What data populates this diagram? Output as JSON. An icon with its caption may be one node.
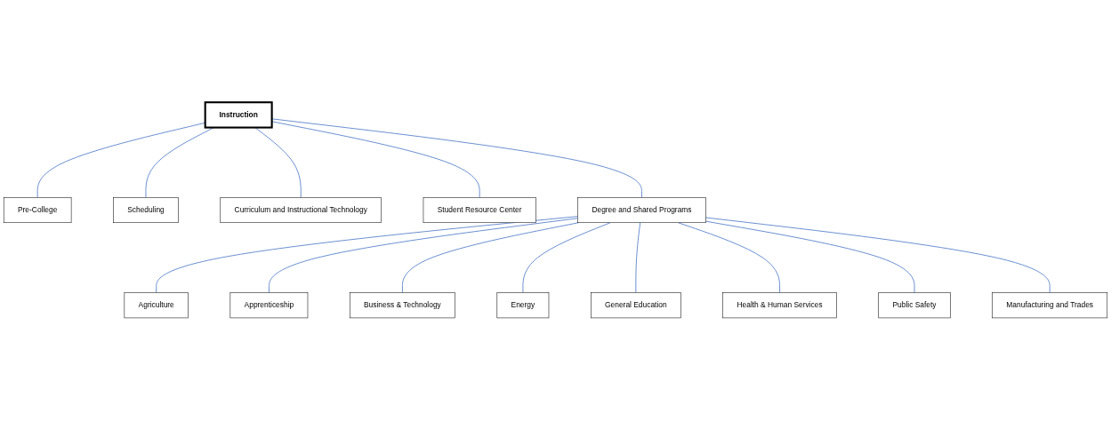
{
  "diagram": {
    "nodes": [
      {
        "text": [
          "Instruction"
        ]
      },
      {
        "text": [
          "Pre-College"
        ]
      },
      {
        "text": [
          "Scheduling"
        ]
      },
      {
        "text": [
          "Curriculum and Instructional Technology"
        ]
      },
      {
        "text": [
          "Student Resource Center"
        ]
      },
      {
        "text": [
          "Degree and Shared Programs"
        ]
      },
      {
        "text": [
          "Agriculture"
        ]
      },
      {
        "text": [
          "Apprenticeship"
        ]
      },
      {
        "text": [
          "Business & Technology"
        ]
      },
      {
        "text": [
          "Energy"
        ]
      },
      {
        "text": [
          "General Education"
        ]
      },
      {
        "text": [
          "Health & Human Services"
        ]
      },
      {
        "text": [
          "Public Safety"
        ]
      },
      {
        "text": [
          "Manufacturing and Trades"
        ]
      }
    ],
    "edges": [
      {
        "from": 0,
        "to": 1,
        "arrow": "none"
      },
      {
        "from": 0,
        "to": 2,
        "arrow": "none"
      },
      {
        "from": 0,
        "to": 3,
        "arrow": "none"
      },
      {
        "from": 0,
        "to": 4,
        "arrow": "none"
      },
      {
        "from": 0,
        "to": 5,
        "arrow": "none"
      },
      {
        "from": 5,
        "to": 6,
        "arrow": "none"
      },
      {
        "from": 5,
        "to": 7,
        "arrow": "none"
      },
      {
        "from": 5,
        "to": 8,
        "arrow": "none"
      },
      {
        "from": 5,
        "to": 9,
        "arrow": "none"
      },
      {
        "from": 5,
        "to": 10,
        "arrow": "none"
      },
      {
        "from": 5,
        "to": 11,
        "arrow": "none"
      },
      {
        "from": 5,
        "to": 12,
        "arrow": "none"
      },
      {
        "from": 5,
        "to": 13,
        "arrow": "none"
      }
    ]
  }
}
